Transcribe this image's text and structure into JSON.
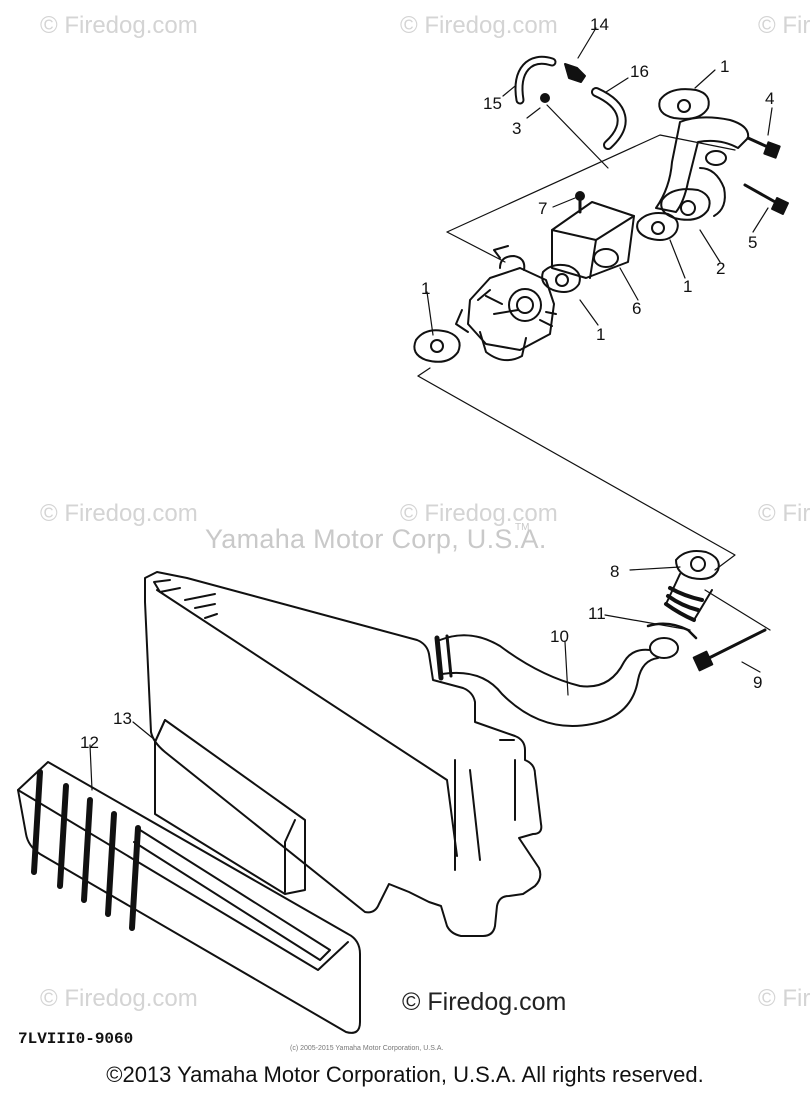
{
  "watermarks": [
    "© Firedog.com",
    "© Firedog.com",
    "© Fire",
    "© Firedog.com",
    "© Firedog.com",
    "© Fir",
    "© Firedog.com",
    "© Fir"
  ],
  "overlay_title": "Yamaha Motor Corp, U.S.A.",
  "trademark": "TM",
  "callouts": [
    "14",
    "16",
    "1",
    "15",
    "3",
    "4",
    "7",
    "5",
    "2",
    "1",
    "6",
    "1",
    "1",
    "8",
    "11",
    "10",
    "13",
    "12",
    "9"
  ],
  "part_code": "7LVIII0-9060",
  "bottom_watermark": "© Firedog.com",
  "small_copyright": "(c) 2005-2015 Yamaha Motor Corporation, U.S.A.",
  "footer": "©2013 Yamaha Motor Corporation, U.S.A. All rights reserved.",
  "colors": {
    "ink": "#111111",
    "watermark": "#d4d4d4"
  }
}
